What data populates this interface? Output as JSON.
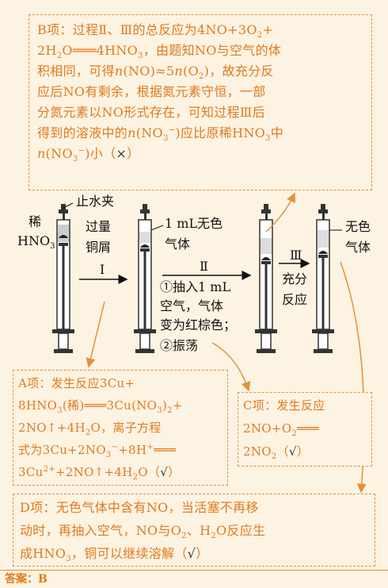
{
  "notes": {
    "B": {
      "l1": "B项：过程Ⅱ、Ⅲ的总反应为4NO+3O",
      "l1s": "2",
      "l1e": "+",
      "l2a": "2H",
      "l2b": "O═══4HNO",
      "l2c": "，由题知NO与空气的体",
      "l3a": "积相同，可得",
      "l3b": "(NO)≈5",
      "l3c": "(O",
      "l3d": ")，故充分反",
      "l4": "应后NO有剩余，根据氮元素守恒，一部",
      "l5": "分氮元素以NO形式存在，可知过程Ⅲ后",
      "l6a": "得到的溶液中的",
      "l6b": "(NO",
      "l6c": ")应比原稀HNO",
      "l6d": "中",
      "l7a": "(NO",
      "l7b": ")小（",
      "l7c": "×",
      "l7d": "）"
    },
    "A": {
      "l1": "A项：发生反应3Cu+",
      "l2a": "8HNO",
      "l2b": "(稀)═══3Cu(NO",
      "l2c": ")",
      "l2d": "+",
      "l3a": "2NO↑+4H",
      "l3b": "O，离子方程",
      "l4a": "式为3Cu+2NO",
      "l4b": "+8H",
      "l4c": "═══",
      "l5a": "3Cu",
      "l5b": "+2NO↑+4H",
      "l5c": "O（",
      "l5d": "√",
      "l5e": "）"
    },
    "C": {
      "l1": "C项：发生反应",
      "l2": "2NO+O",
      "l2b": "═══",
      "l3": "2NO",
      "l3b": "（",
      "l3c": "√",
      "l3d": "）"
    },
    "D": {
      "l1": "D项：无色气体中含有NO，当活塞不再移",
      "l2a": "动时，再抽入空气，NO与O",
      "l2b": "、H",
      "l2c": "O反应生",
      "l3a": "成HNO",
      "l3b": "，铜可以继续溶解（",
      "l3c": "√",
      "l3d": "）"
    }
  },
  "sub": {
    "two": "2",
    "three": "3",
    "minus": "−",
    "plus": "+",
    "twoplus": "2+",
    "n": "n"
  },
  "diagram": {
    "clamp": "止水夹",
    "dilute": "稀",
    "hno3": "HNO",
    "excess1": "过量",
    "excess2": "铜屑",
    "step1": "Ⅰ",
    "gas1a": "1 mL无色",
    "gas1b": "气体",
    "step2": "Ⅱ",
    "op1": "①抽入1 mL",
    "op2": "空气，气体",
    "op3": "变为红棕色；",
    "op4": "②振荡",
    "step3": "Ⅲ",
    "full1": "充分",
    "full2": "反应",
    "colorless1": "无色",
    "colorless2": "气体"
  },
  "footer": "答案：B"
}
